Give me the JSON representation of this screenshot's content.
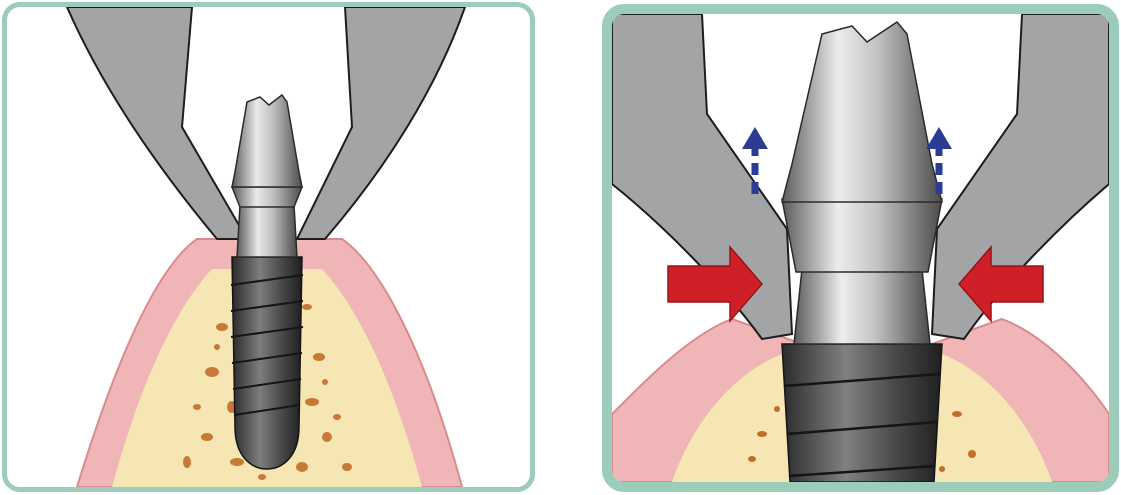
{
  "colors": {
    "frame": "#9ccdbb",
    "background": "#ffffff",
    "instrument": "#a3a4a6",
    "instrument_outline": "#1d1d1d",
    "gingiva": "#f0b6b7",
    "gingiva_edge": "#d98b8e",
    "bone": "#f6e6b4",
    "bone_pores": "#c46d2a",
    "implant_dark": "#3a3a3a",
    "abutment_light": "#d9d9d9",
    "pressure_arrow": "#cf2027",
    "lift_arrow": "#2a3c94"
  },
  "panels": [
    {
      "id": "before",
      "description_key": "forceps-around-implant"
    },
    {
      "id": "after",
      "description_key": "forceps-compressing-abutment"
    }
  ],
  "arrows": {
    "pressure": {
      "count": 2,
      "direction": "inward"
    },
    "lift": {
      "count": 2,
      "direction": "up",
      "style": "dashed"
    }
  }
}
